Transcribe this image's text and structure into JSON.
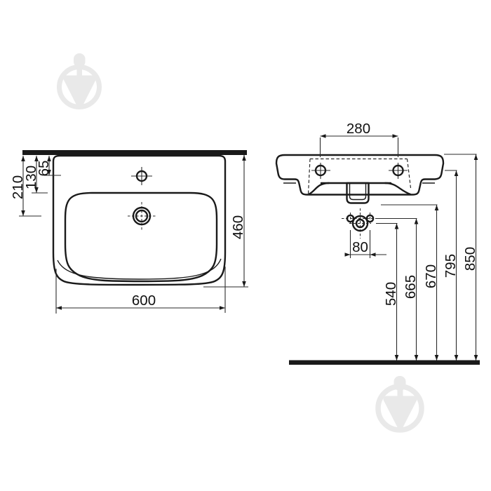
{
  "page": {
    "background": "#ffffff",
    "line_color": "#1a1a1a",
    "watermark_color": "#e9e9e9",
    "description": "Washbasin installation technical drawing, top view and front view with dimensions in mm"
  },
  "top_view": {
    "labels": {
      "tap_hole_to_wall": "65",
      "bowl_edge_to_wall": "130",
      "drain_to_wall": "210",
      "depth": "460",
      "width": "600"
    }
  },
  "front_view": {
    "labels": {
      "mount_hole_spacing": "280",
      "trap_hole_spacing": "80",
      "trap_center_height": "540",
      "trap_side_holes_height": "665",
      "outlet_height": "670",
      "mount_holes_height": "795",
      "rim_height": "850"
    }
  },
  "watermark": {
    "icon": "trowel-watermark-icon",
    "count": 2
  }
}
